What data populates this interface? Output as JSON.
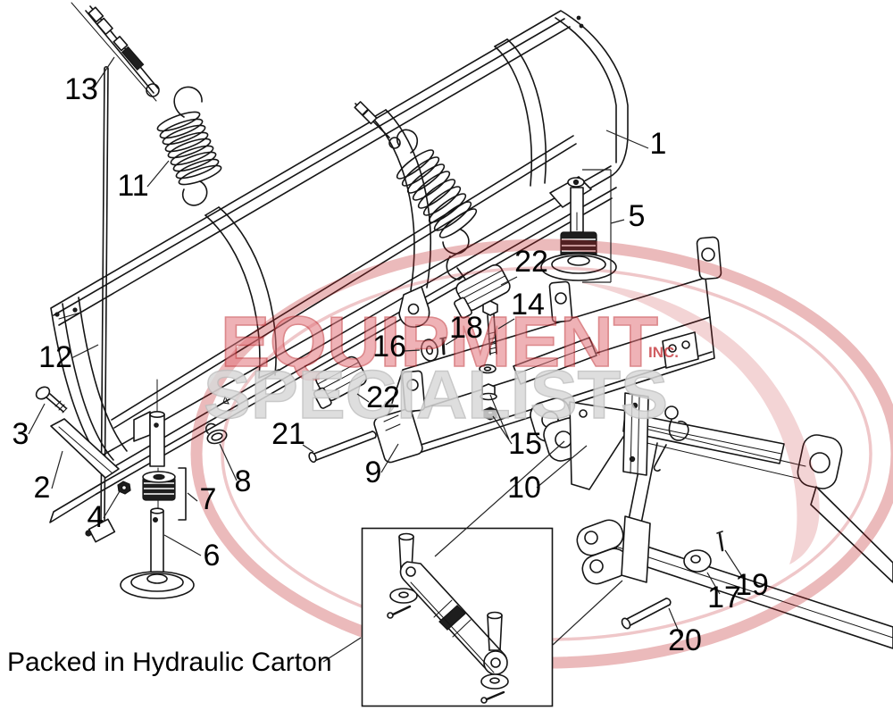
{
  "caption": "Packed in Hydraulic Carton",
  "watermark": {
    "word_top": "EQUIPMENT",
    "suffix": "INC.",
    "word_bottom": "SPECIALISTS"
  },
  "colors": {
    "line": "#151515",
    "background": "#ffffff",
    "watermark_red": "#c1272d",
    "watermark_pink": "#e2747c",
    "watermark_gray": "#d9d9d9"
  },
  "callouts": [
    "1",
    "2",
    "3",
    "4",
    "5",
    "6",
    "7",
    "8",
    "9",
    "10",
    "11",
    "12",
    "13",
    "14",
    "15",
    "16",
    "17",
    "18",
    "19",
    "20",
    "21",
    "22",
    "22"
  ]
}
